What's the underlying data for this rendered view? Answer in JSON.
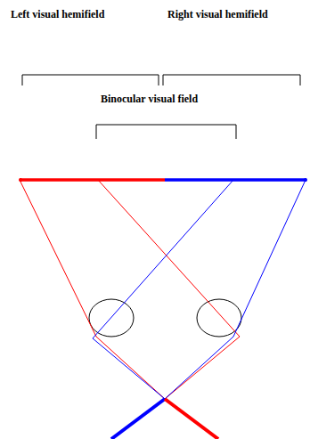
{
  "diagram": {
    "labels": [
      "Left visual hemifield",
      "Right visual hemifield",
      "Binocular visual field"
    ]
  }
}
